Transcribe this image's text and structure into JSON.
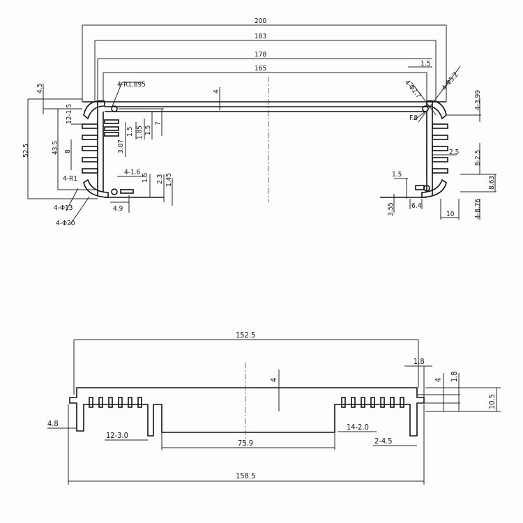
{
  "top_view": {
    "dims": {
      "w200": "200",
      "w183": "183",
      "w178": "178",
      "w165": "165",
      "d4_5": "4.5",
      "r1895": "4-R1.895",
      "d4": "4",
      "fins12": "12-1.5",
      "h52_5": "52.5",
      "h43_5": "43.5",
      "d8": "8",
      "d3_07": "3.07",
      "d1_5a": "1.5",
      "d1_85": "1.85",
      "d1_5b": "1.5",
      "d7": "7",
      "d4_1_6": "4-1.6",
      "d1_5c": "1.5",
      "d2_3": "2.3",
      "d1_45": "1.45",
      "r1": "4-R1",
      "phi13": "4-Φ13",
      "phi20": "4-Φ20",
      "d4_9": "4.9",
      "d1_5r": "1.5",
      "phi2_7": "4-Φ2.7",
      "phi5_2": "4-Φ5.2",
      "d4_3_99": "4-3.99",
      "f8": "F.8",
      "d2_5": "2.5",
      "d8_2_5": "8-2.5",
      "d8_63": "8.63",
      "d1_5s": "1.5",
      "d3_55": "3.55",
      "d6_4": "6.4",
      "d4_8_76": "4-8.76",
      "d10": "10"
    }
  },
  "bottom_view": {
    "dims": {
      "w152_5": "152.5",
      "d1_8a": "1.8",
      "d4a": "4",
      "d1_8b": "1.8",
      "h10_5": "10.5",
      "d4b": "4",
      "d4_8": "4.8",
      "fins12": "12-3.0",
      "w75_9": "75.9",
      "fins14": "14-2.0",
      "d2_4_5": "2-4.5",
      "w158_5": "158.5"
    }
  }
}
